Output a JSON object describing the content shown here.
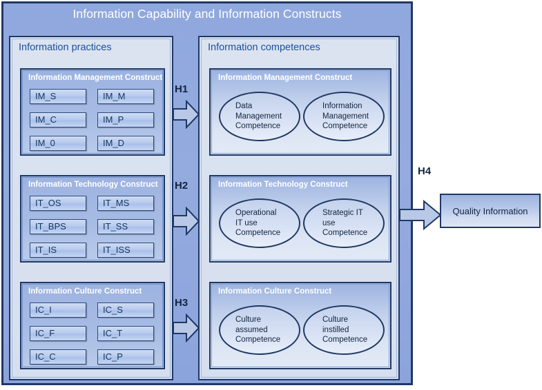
{
  "diagram": {
    "title": "Information Capability and Information Constructs",
    "colors": {
      "outer_fill": "#8fa8dd",
      "outer_border": "#1f3864",
      "panel_fill": "#dbe3f0",
      "group_fill": "#a7bce4",
      "title_text": "#ffffff",
      "panel_title_text": "#1f4e9c",
      "body_text": "#12243f"
    },
    "panels": {
      "practices": {
        "label": "Information practices",
        "groups": [
          {
            "title": "Information Management Construct",
            "items": [
              "IM_S",
              "IM_M",
              "IM_C",
              "IM_P",
              "IM_0",
              "IM_D"
            ]
          },
          {
            "title": "Information Technology Construct",
            "items": [
              "IT_OS",
              "IT_MS",
              "IT_BPS",
              "IT_SS",
              "IT_IS",
              "IT_ISS"
            ]
          },
          {
            "title": "Information Culture Construct",
            "items": [
              "IC_I",
              "IC_S",
              "IC_F",
              "IC_T",
              "IC_C",
              "IC_P"
            ]
          }
        ]
      },
      "competences": {
        "label": "Information competences",
        "groups": [
          {
            "title": "Information Management Construct",
            "ellipses": [
              "Data\nManagement\nCompetence",
              "Information\nManagement\nCompetence"
            ]
          },
          {
            "title": "Information Technology Construct",
            "ellipses": [
              "Operational\nIT use\nCompetence",
              "Strategic IT\nuse\nCompetence"
            ]
          },
          {
            "title": "Information Culture Construct",
            "ellipses": [
              "Culture\nassumed\nCompetence",
              "Culture\ninstilled\nCompetence"
            ]
          }
        ]
      }
    },
    "hypotheses": {
      "h1": "H1",
      "h2": "H2",
      "h3": "H3",
      "h4": "H4"
    },
    "outcome": {
      "label": "Quality Information"
    }
  }
}
